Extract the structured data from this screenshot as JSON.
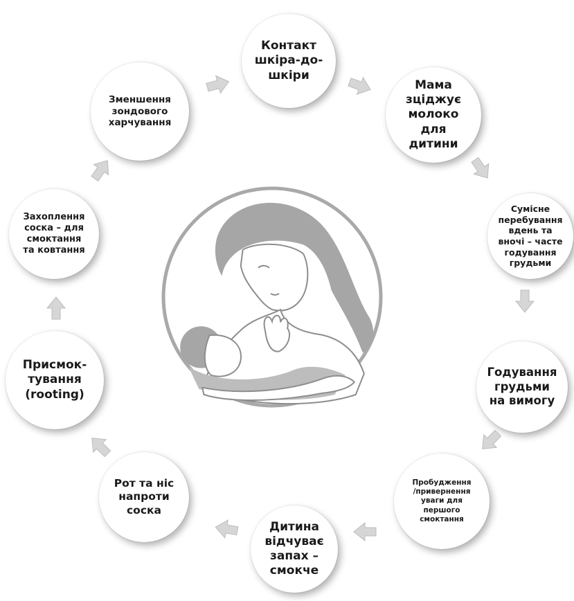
{
  "cycle_steps": [
    {
      "id": "skin-to-skin",
      "label": "Контакт\nшкіра-до-\nшкіри"
    },
    {
      "id": "mother-expresses",
      "label": "Мама\nзціджує\nмолоко\nдля\nдитини"
    },
    {
      "id": "rooming-in",
      "label": "Сумісне\nперебування\nвдень та\nвночі – часте\nгодування\nгрудьми"
    },
    {
      "id": "on-demand",
      "label": "Годування\nгрудьми\nна вимогу"
    },
    {
      "id": "awakening",
      "label": "Пробудження\n/привернення\nуваги для\nпершого\nсмоктання"
    },
    {
      "id": "smells-sucks",
      "label": "Дитина\nвідчуває\nзапах –\nсмокче"
    },
    {
      "id": "mouth-nose",
      "label": "Рот та ніс\nнапроти\nсоска"
    },
    {
      "id": "rooting",
      "label": "Присмок-\nтування\n(rooting)"
    },
    {
      "id": "latch",
      "label": "Захоплення\nсоска – для\nсмоктання\nта ковтання"
    },
    {
      "id": "reduce-tube",
      "label": "Зменшення\nзондового\nхарчування"
    }
  ],
  "arrow_color": "#d6d6d6",
  "arrow_stroke": "#bcbcbc",
  "illustration": {
    "icon": "breastfeeding-mother-icon"
  }
}
